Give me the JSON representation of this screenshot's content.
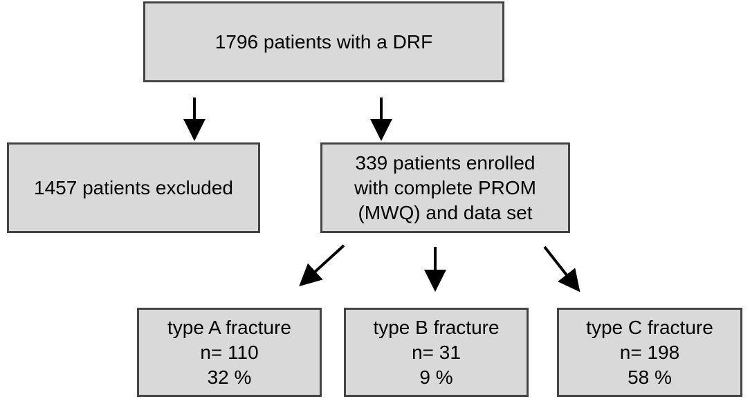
{
  "top": {
    "line1": "1796 patients with a DRF"
  },
  "excluded": {
    "line1": "1457 patients excluded"
  },
  "enrolled": {
    "line1": "339 patients enrolled",
    "line2": "with complete PROM",
    "line3": "(MWQ) and data set"
  },
  "type_a": {
    "label": "type A fracture",
    "n": "n= 110",
    "pct": "32 %"
  },
  "type_b": {
    "label": "type B fracture",
    "n": "n= 31",
    "pct": "9 %"
  },
  "type_c": {
    "label": "type C fracture",
    "n": "n= 198",
    "pct": "58 %"
  },
  "colors": {
    "box_fill": "#d9d9d9",
    "box_border": "#444444",
    "arrow": "#000000"
  }
}
